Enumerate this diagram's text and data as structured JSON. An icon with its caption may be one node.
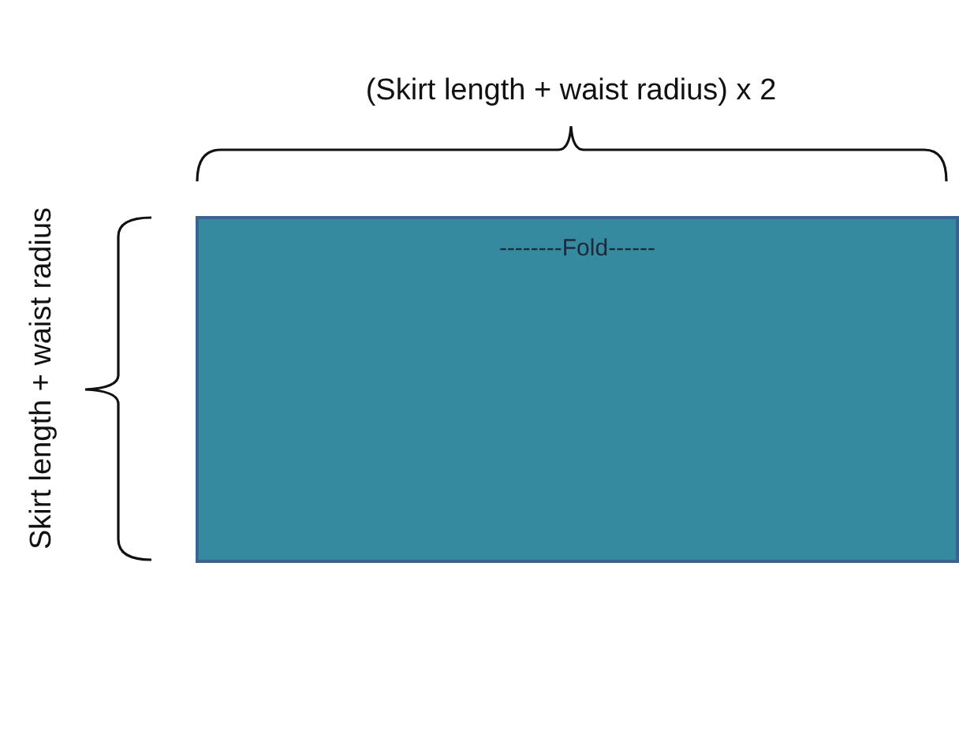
{
  "diagram": {
    "nodes": [
      {
        "text": [
          "--------Fold------"
        ]
      }
    ],
    "labels": [
      "(Skirt length + waist radius) x 2",
      "Skirt length + waist radius"
    ]
  }
}
